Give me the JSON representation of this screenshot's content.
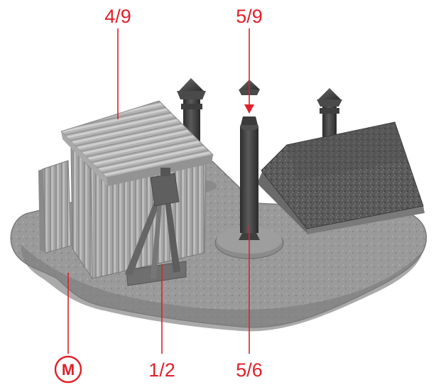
{
  "labels": {
    "top_left": "4/9",
    "top_right": "5/9",
    "bottom_center": "1/2",
    "bottom_right": "5/6",
    "marker": "M"
  },
  "colors": {
    "callout": "#e0202a",
    "model_gray": "#8e8e8e",
    "dark_part": "#3e3e3e"
  },
  "icons": {
    "marker": "circled-letter-icon"
  }
}
